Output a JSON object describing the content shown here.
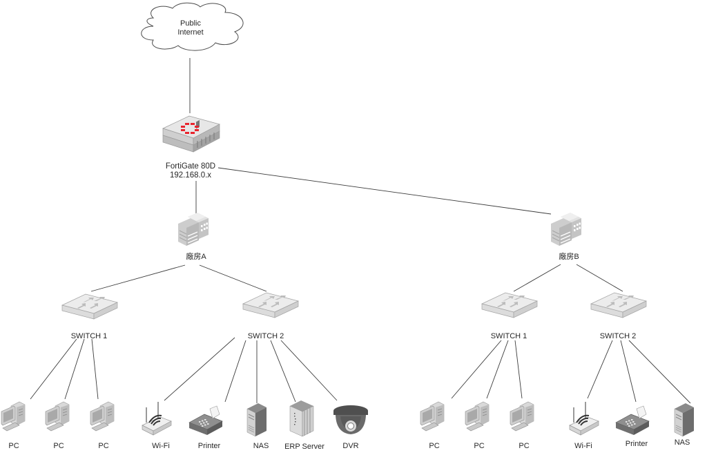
{
  "diagram": {
    "type": "network-topology",
    "internet": {
      "label_line1": "Public",
      "label_line2": "Internet"
    },
    "firewall": {
      "name": "FortiGate 80D",
      "ip": "192.168.0.x",
      "brand_color": "#e8252e"
    },
    "sites": [
      {
        "name": "廠房A",
        "switches": [
          {
            "name": "SWITCH 1",
            "devices": [
              {
                "type": "pc",
                "label": "PC"
              },
              {
                "type": "pc",
                "label": "PC"
              },
              {
                "type": "pc",
                "label": "PC"
              }
            ]
          },
          {
            "name": "SWITCH 2",
            "devices": [
              {
                "type": "wifi",
                "label": "Wi-Fi"
              },
              {
                "type": "printer",
                "label": "Printer"
              },
              {
                "type": "nas",
                "label": "NAS"
              },
              {
                "type": "server",
                "label": "ERP Server"
              },
              {
                "type": "camera",
                "label": "DVR"
              }
            ]
          }
        ]
      },
      {
        "name": "廠房B",
        "switches": [
          {
            "name": "SWITCH 1",
            "devices": [
              {
                "type": "pc",
                "label": "PC"
              },
              {
                "type": "pc",
                "label": "PC"
              },
              {
                "type": "pc",
                "label": "PC"
              }
            ]
          },
          {
            "name": "SWITCH 2",
            "devices": [
              {
                "type": "wifi",
                "label": "Wi-Fi"
              },
              {
                "type": "printer",
                "label": "Printer"
              },
              {
                "type": "nas",
                "label": "NAS"
              }
            ]
          }
        ]
      }
    ]
  }
}
